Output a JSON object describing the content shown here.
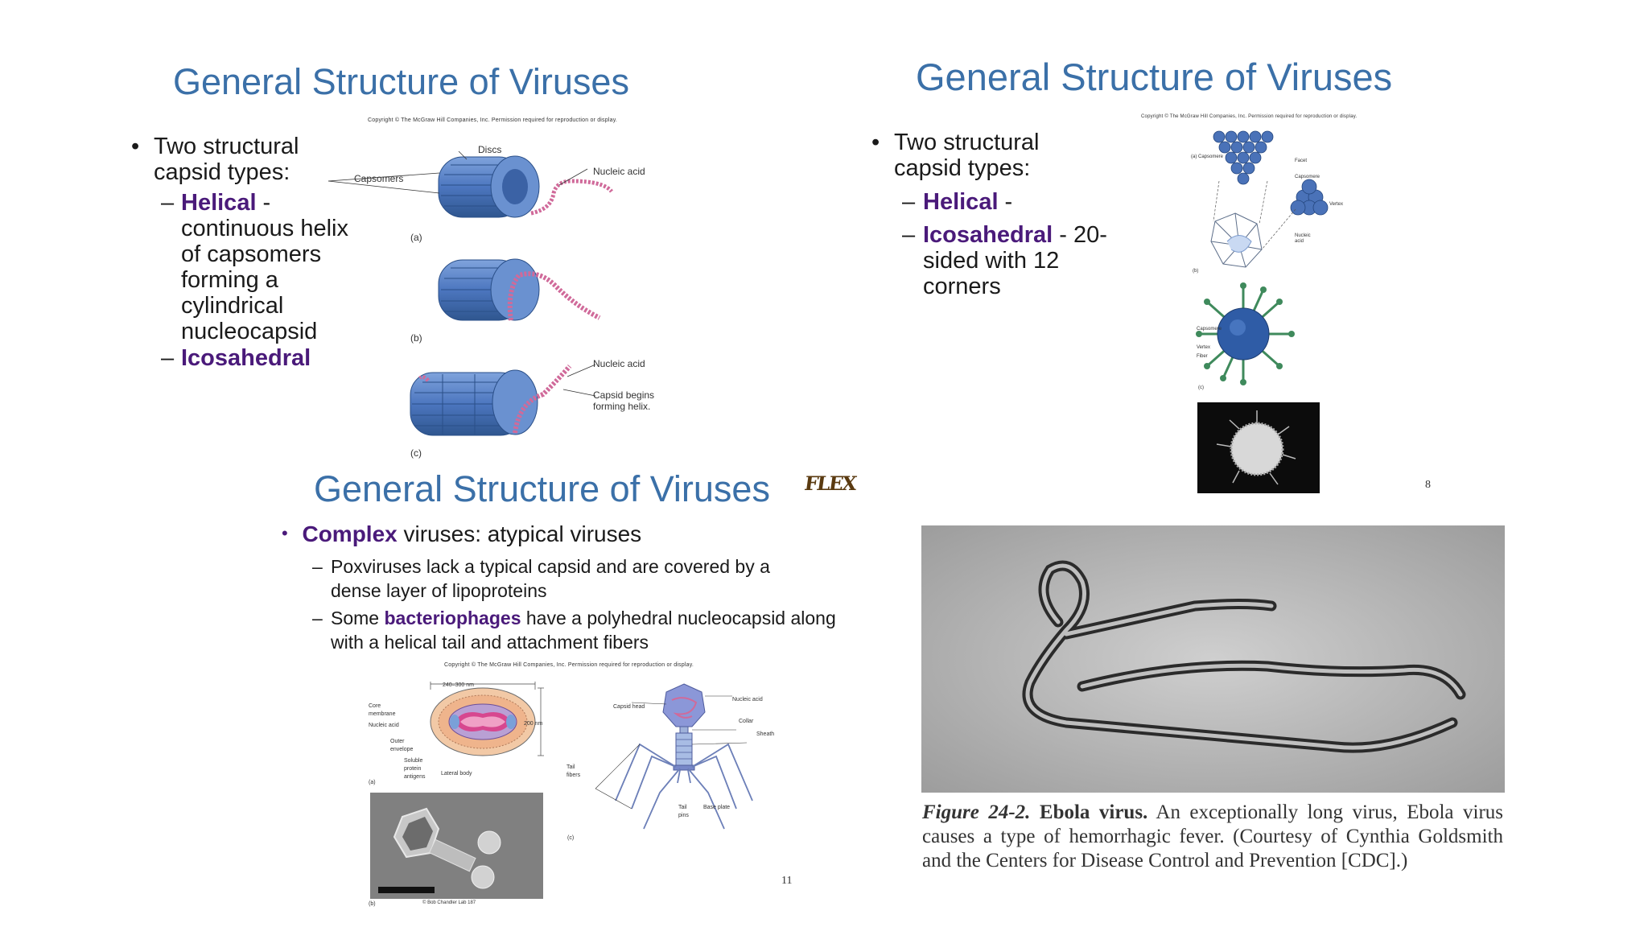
{
  "slide_a": {
    "title": "General Structure of Viruses",
    "copyright": "Copyright © The McGraw Hill Companies, Inc. Permission required for reproduction or display.",
    "bullet": "Two structural capsid types:",
    "sub1_term": "Helical",
    "sub1_rest": " - continuous helix of capsomers forming a cylindrical nucleocapsid",
    "sub2_term": "Icosahedral",
    "fig_labels": {
      "discs": "Discs",
      "capsomers": "Capsomers",
      "nucleic_acid_1": "Nucleic acid",
      "nucleic_acid_2": "Nucleic acid",
      "capsid_begins": "Capsid begins forming helix.",
      "a": "(a)",
      "b": "(b)",
      "c": "(c)"
    }
  },
  "slide_b": {
    "title": "General Structure of Viruses",
    "copyright": "Copyright © The McGraw Hill Companies, Inc. Permission required for reproduction or display.",
    "bullet": "Two structural capsid types:",
    "sub1_term": "Helical",
    "sub1_rest": " -",
    "sub2_term": "Icosahedral",
    "sub2_rest": " -  20-sided with 12 corners",
    "fig_labels": {
      "a_capsomere": "(a) Capsomere",
      "facet": "Facet",
      "capsomere": "Capsomere",
      "vertex": "Vertex",
      "nucleic_acid": "Nucleic acid",
      "b": "(b)",
      "capsomere2": "Capsomere",
      "vertex2": "Vertex",
      "fiber": "Fiber",
      "c": "(c)"
    },
    "page_number": "8"
  },
  "slide_c": {
    "title": "General Structure of Viruses",
    "flex_logo": "FLEX",
    "bullet_term": "Complex",
    "bullet_rest": " viruses: atypical viruses",
    "sub1": "Poxviruses lack a typical capsid and are covered by a dense layer of lipoproteins",
    "sub2_pre": "Some ",
    "sub2_term": "bacteriophages",
    "sub2_post": " have a polyhedral nucleocapsid along with a helical tail and attachment fibers",
    "copyright": "Copyright © The McGraw Hill Companies, Inc. Permission required for reproduction or display.",
    "pox_labels": {
      "size_top": "240–300 nm",
      "size_side": "200 nm",
      "core_membrane": "Core membrane",
      "nucleic_acid": "Nucleic acid",
      "outer_envelope": "Outer envelope",
      "soluble_protein": "Soluble protein antigens",
      "lateral_body": "Lateral body",
      "a": "(a)",
      "b": "(b)",
      "credit": "© Bob Chandler Lab 187"
    },
    "phage_labels": {
      "capsid_head": "Capsid head",
      "nucleic_acid": "Nucleic acid",
      "collar": "Collar",
      "sheath": "Sheath",
      "tail_fibers": "Tail fibers",
      "tail_pins": "Tail pins",
      "base_plate": "Base plate",
      "c": "(c)"
    },
    "page_number": "11"
  },
  "ebola": {
    "fig_label": "Figure 24-2.",
    "fig_title": "Ebola virus.",
    "caption": " An exceptionally long virus, Ebola virus causes a type of hemorrhagic fever. (Courtesy of Cynthia Goldsmith and the Centers for Disease Control and Prevention [CDC].)"
  },
  "colors": {
    "title_blue": "#3b70a8",
    "term_purple": "#4a1a7a",
    "capsid_blue": "#5a84c8",
    "nucleic_pink": "#d06a9a"
  }
}
